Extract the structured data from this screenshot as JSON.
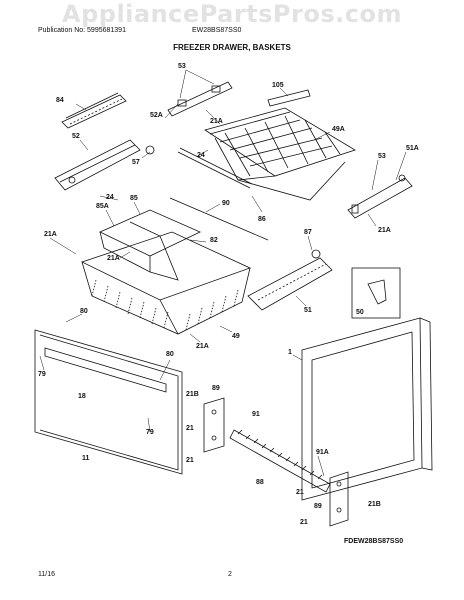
{
  "watermark": "AppliancePartsPros.com",
  "header": {
    "publication": "Publication No: 5995681391",
    "model": "EW28BS87SS0",
    "title": "FREEZER DRAWER, BASKETS"
  },
  "diagram": {
    "figure_id": "FDEW28BS87SS0",
    "part_labels": [
      "53",
      "105",
      "84",
      "52A",
      "21A",
      "49A",
      "52",
      "57",
      "24",
      "53",
      "51A",
      "24",
      "85A",
      "85",
      "90",
      "86",
      "21A",
      "87",
      "82",
      "21A",
      "21A",
      "51",
      "50",
      "80",
      "49",
      "21A",
      "79",
      "18",
      "80",
      "1",
      "21B",
      "89",
      "91",
      "79",
      "21",
      "21",
      "11",
      "88",
      "91A",
      "21",
      "21B",
      "89",
      "21"
    ]
  },
  "footer": {
    "date": "11/16",
    "page": "2"
  }
}
